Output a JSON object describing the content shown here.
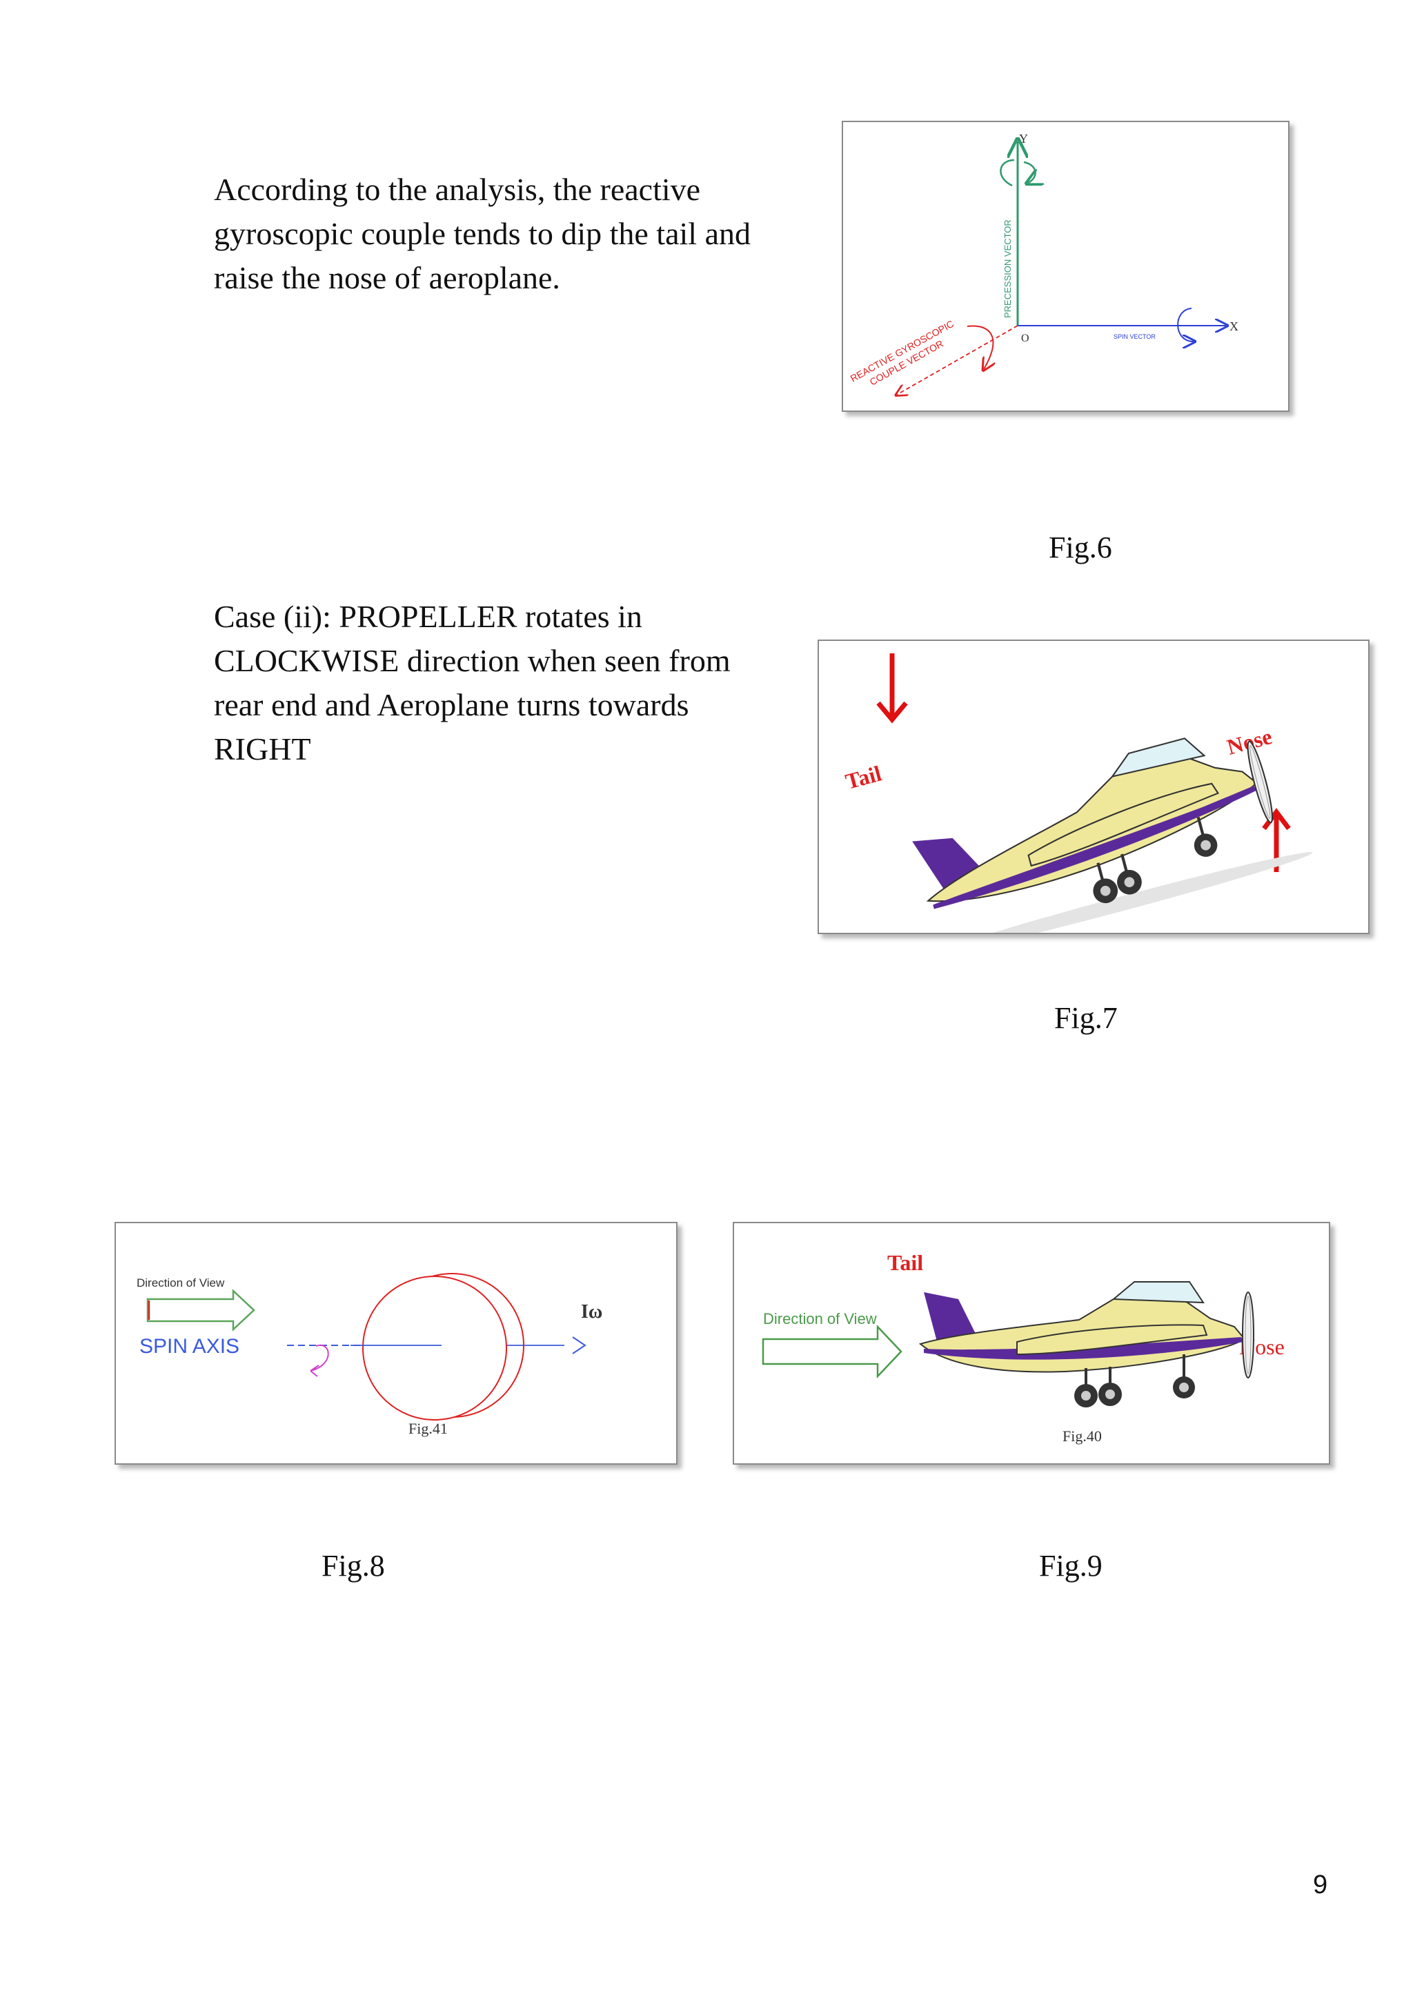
{
  "paragraph1": [
    "According to the analysis, the reactive",
    "gyroscopic couple tends to dip the tail and",
    "raise the nose of aeroplane."
  ],
  "paragraph2": [
    "Case (ii): PROPELLER rotates in",
    "CLOCKWISE direction when seen from",
    "rear end and Aeroplane turns towards",
    "RIGHT"
  ],
  "fig6": {
    "caption": "Fig.6",
    "y_label": "Y",
    "x_label": "X",
    "origin_label": "O",
    "precession_label": "PRECESSION VECTOR",
    "spin_label": "SPIN VECTOR",
    "reactive_label_1": "REACTIVE GYROSCOPIC",
    "reactive_label_2": "COUPLE VECTOR"
  },
  "fig7": {
    "caption": "Fig.7",
    "tail_label": "Tail",
    "nose_label": "Nose"
  },
  "fig8": {
    "caption": "Fig.8",
    "direction_label": "Direction of View",
    "spin_axis_label": "SPIN AXIS",
    "i_omega_label": "Iω",
    "inner_caption": "Fig.41"
  },
  "fig9": {
    "caption": "Fig.9",
    "tail_label": "Tail",
    "nose_label": "Nose",
    "direction_label": "Direction of View",
    "inner_caption": "Fig.40"
  },
  "page_number": "9",
  "colors": {
    "green_axis": "#2f9a6e",
    "blue_axis": "#2b3fd6",
    "red": "#e02020",
    "plane_body": "#efe89a",
    "plane_purple": "#5b2a9a",
    "arrow_red": "#e01010",
    "magenta": "#d040d0"
  }
}
